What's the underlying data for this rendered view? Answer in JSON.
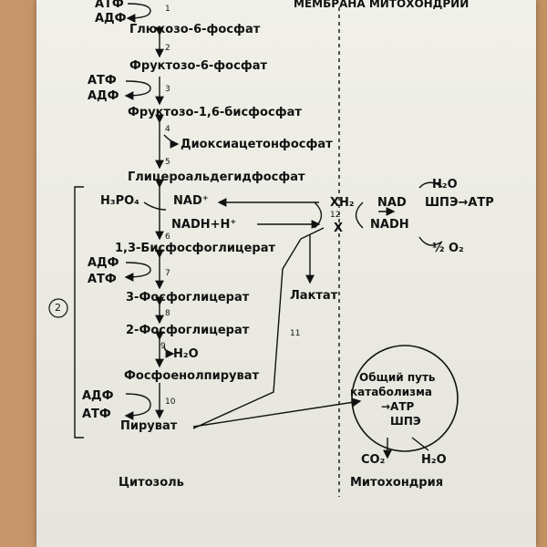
{
  "header": {
    "membrane": "МЕМБРАНА МИТОХОНДРИИ"
  },
  "cytosol": {
    "atp_top": "АТФ",
    "adp_top": "АДФ",
    "glucose6p": "Глюкозо-6-фосфат",
    "fructose6p": "Фруктозо-6-фосфат",
    "atp_3": "АТФ",
    "adp_3": "АДФ",
    "fructose16bp": "Фруктозо-1,6-бисфосфат",
    "dhap": "Диоксиацетонфосфат",
    "g3p": "Глицероальдегидфосфат",
    "h3po4": "H₃PO₄",
    "nad": "NAD⁺",
    "nadh": "NADH+H⁺",
    "bpg13": "1,3-Бисфосфоглицерат",
    "adp_7": "АДФ",
    "atp_7": "АТФ",
    "pg3": "3-Фосфоглицерат",
    "pg2": "2-Фосфоглицерат",
    "h2o_9": "H₂O",
    "pep": "Фосфоенолпируват",
    "adp_10": "АДФ",
    "atp_10": "АТФ",
    "pyruvate": "Пируват",
    "lactate": "Лактат",
    "footer": "Цитозоль",
    "circle_label": "2"
  },
  "mito": {
    "xh2": "XH₂",
    "x": "X",
    "nad": "NAD",
    "nadh": "NADH",
    "h2o_top": "H₂O",
    "chain": "ШПЭ→АТР",
    "half_o2": "½ O₂",
    "common_path_1": "Общий путь",
    "common_path_2": "катаболизма",
    "common_path_3": "→АТР",
    "common_path_4": "ШПЭ",
    "co2": "CO₂",
    "h2o_bottom": "H₂O",
    "footer": "Митохондрия"
  },
  "steps": [
    "1",
    "2",
    "3",
    "4",
    "5",
    "6",
    "7",
    "8",
    "9",
    "10",
    "11",
    "12"
  ]
}
